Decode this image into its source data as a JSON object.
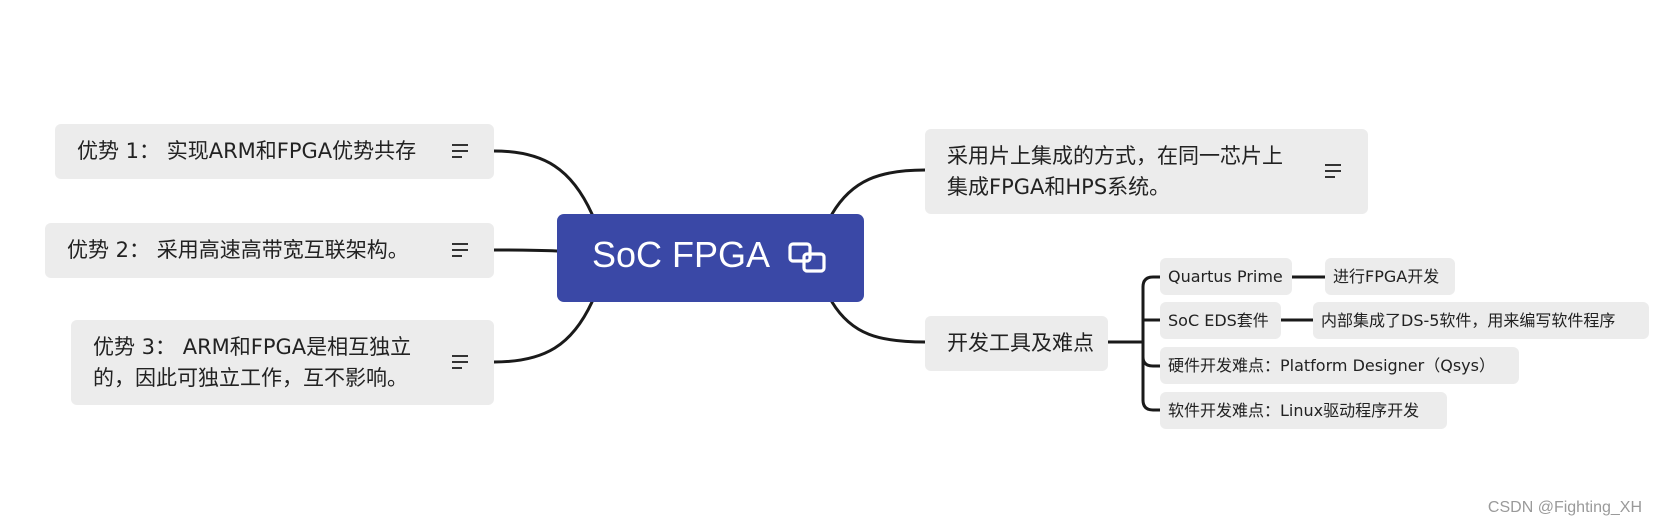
{
  "central_topic": {
    "title": "SoC FPGA",
    "icon": "link-icon"
  },
  "left_topics": [
    {
      "label": "优势 1： 实现ARM和FPGA优势共存",
      "has_notes": true
    },
    {
      "label": "优势 2： 采用高速高带宽互联架构。",
      "has_notes": true
    },
    {
      "label": "优势 3： ARM和FPGA是相互独立\n的，因此可独立工作，互不影响。",
      "has_notes": true
    }
  ],
  "right_topics": [
    {
      "label": "采用片上集成的方式，在同一芯片上\n集成FPGA和HPS系统。",
      "has_notes": true
    },
    {
      "label": "开发工具及难点",
      "subtopics": [
        {
          "label": "Quartus Prime",
          "detail": "进行FPGA开发"
        },
        {
          "label": "SoC EDS套件",
          "detail": "内部集成了DS-5软件，用来编写软件程序"
        },
        {
          "label": "硬件开发难点：Platform Designer（Qsys）"
        },
        {
          "label": "软件开发难点：Linux驱动程序开发"
        }
      ]
    }
  ],
  "colors": {
    "central_fill": "#3a48a6",
    "topic_fill": "#ececec",
    "connector": "#1a1a1a"
  },
  "watermark": "CSDN @Fighting_XH"
}
